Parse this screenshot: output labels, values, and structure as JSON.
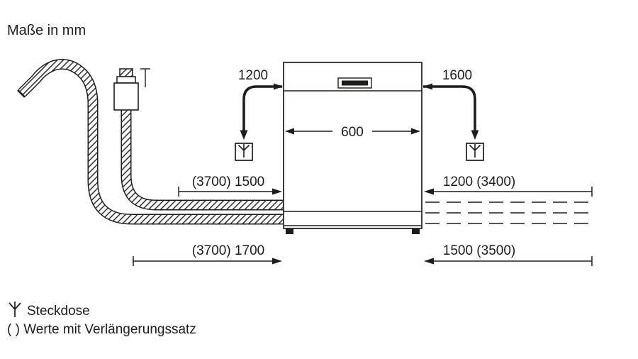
{
  "title": "Maße in mm",
  "dimensions": {
    "appliance_width": "600",
    "left_cord": "1200",
    "right_cord": "1600",
    "left_row1": "(3700) 1500",
    "right_row1": "1200 (3400)",
    "left_row2": "(3700) 1700",
    "right_row2": "1500 (3500)"
  },
  "legend": {
    "socket": "Steckdose",
    "extension": "( ) Werte mit Verlängerungssatz"
  },
  "colors": {
    "ink": "#1d1d1b",
    "background": "#ffffff"
  }
}
